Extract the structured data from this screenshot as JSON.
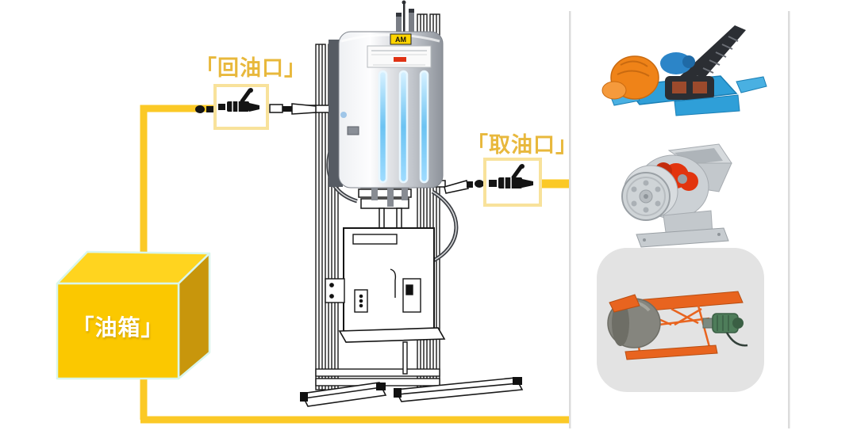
{
  "labels": {
    "return_port": "「回油口」",
    "sample_port": "「取油口」",
    "oil_tank": "「油箱」"
  },
  "cabinet": {
    "badge": "AM"
  },
  "icons": [
    "return-port-valve-icon",
    "sample-port-valve-icon",
    "scraper-conveyor-icon",
    "hammer-crusher-icon",
    "belt-conveyor-icon",
    "oil-monitor-cabinet-icon",
    "antenna-icon"
  ],
  "colors": {
    "accent-line": "#FBC926",
    "label-text": "#E8B83C",
    "box-border": "#F8E29B",
    "tank-front": "#FBC800",
    "tank-top": "#FFD41F",
    "tank-side": "#C8960C",
    "tank-outline": "#D9F6EC",
    "divider": "#DCDCDC",
    "card-bg": "#E3E3E3",
    "badge-yellow": "#FFD400",
    "stripe-blue": "#6CC3F2",
    "conveyor-blue": "#2F9FD8",
    "conveyor-orange": "#EF8318",
    "crusher-gray": "#CCD1D5",
    "crusher-red": "#E2340E",
    "belt-orange": "#E8641F",
    "motor-green": "#4E7D5A"
  }
}
